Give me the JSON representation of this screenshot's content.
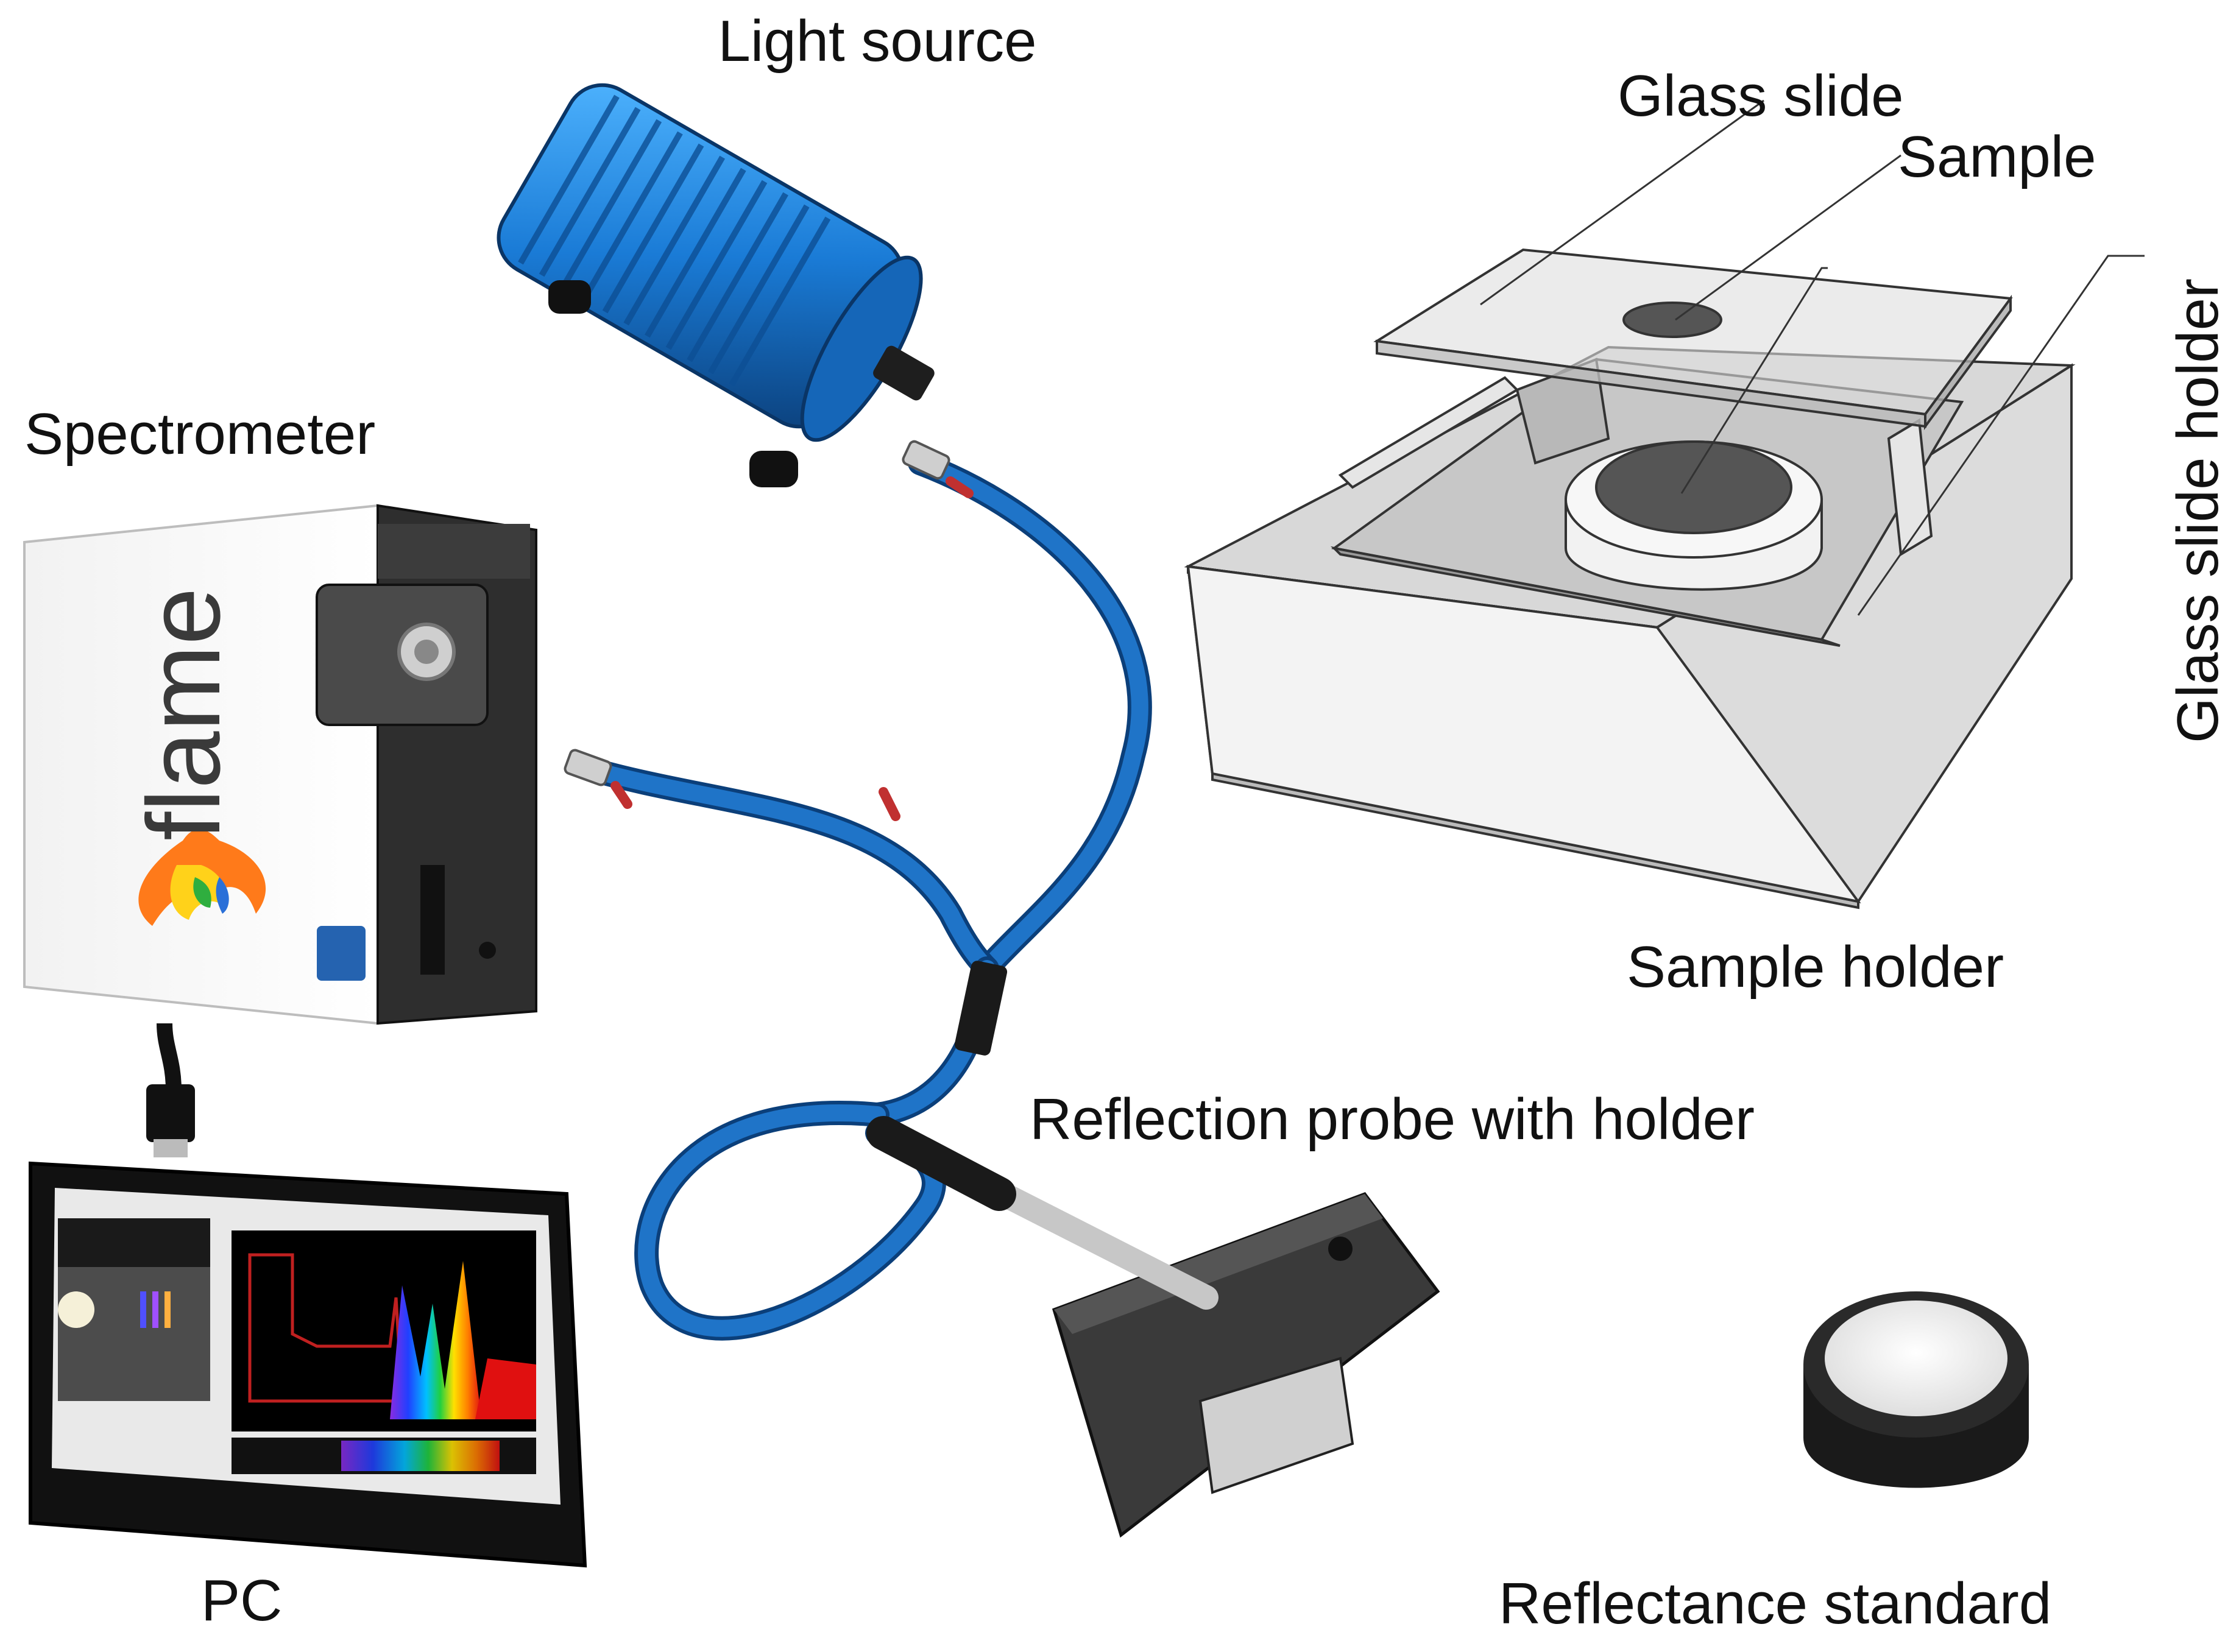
{
  "labels": {
    "light_source": "Light source",
    "spectrometer": "Spectrometer",
    "glass_slide": "Glass slide",
    "sample": "Sample",
    "glass_slide_holder": "Glass slide holder",
    "sample_holder": "Sample holder",
    "reflection_probe": "Reflection probe with holder",
    "pc": "PC",
    "reflectance_standard": "Reflectance standard"
  },
  "spectrometer": {
    "brand": "flame"
  },
  "colors": {
    "fiber": "#1f74c8",
    "light_source_body": "#1a7bd6",
    "probe_box": "#3a3a3a",
    "holder_gray": "#e6e6e6"
  }
}
